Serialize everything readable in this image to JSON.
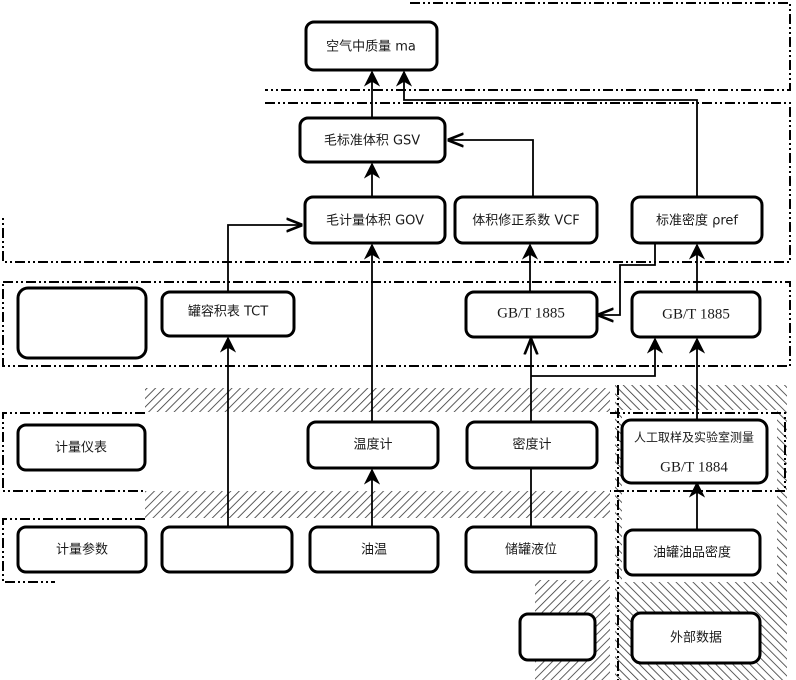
{
  "diagram": {
    "title": "",
    "nodes": {
      "top": "空气中质量 ma",
      "gsv": "毛标准体积 GSV",
      "gov": "毛计量体积 GOV",
      "vcf": "体积修正系数 VCF",
      "rho_ref": "标准密度 ρref",
      "layer3_blank": "",
      "tank_table": "罐容积表 TCT",
      "gbt1885_left": "GB/T 1885",
      "gbt1885_right": "GB/T 1885",
      "instruments": "计量仪表",
      "thermometer": "温度计",
      "densimeter": "密度计",
      "lab_line1": "人工取样及实验室测量",
      "lab_line2": "GB/T 1884",
      "params": "计量参数",
      "layer5_blank": "",
      "oil_temp": "油温",
      "tank_level": "储罐液位",
      "tank_density": "油罐油品密度",
      "ext_blank": "",
      "external_data": "外部数据"
    },
    "colors": {
      "line": "#000000",
      "background": "#ffffff"
    }
  }
}
